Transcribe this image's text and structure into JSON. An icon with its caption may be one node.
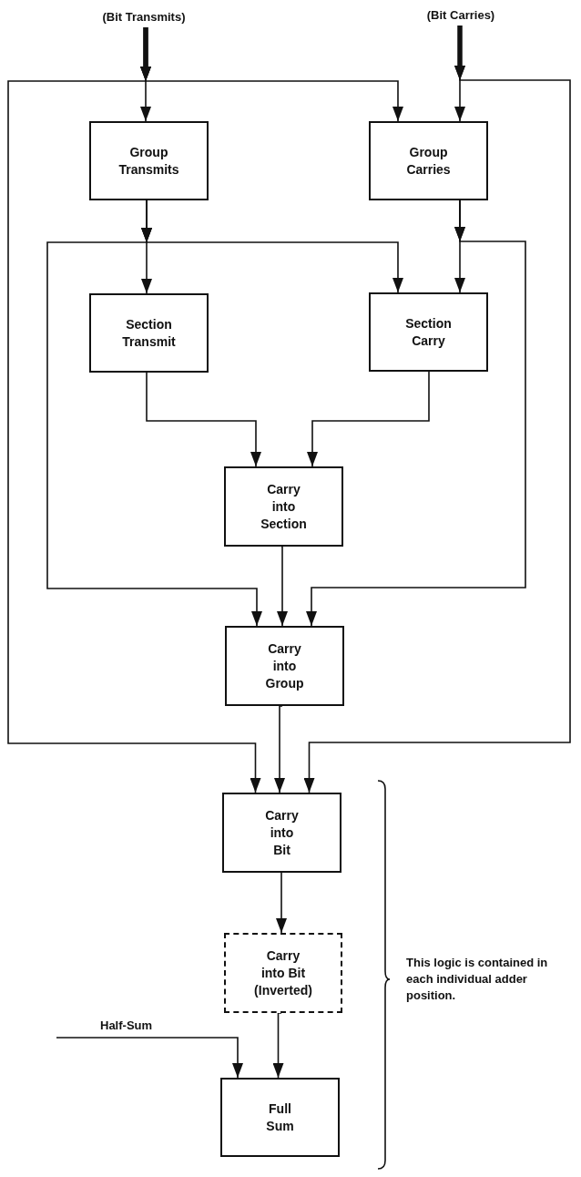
{
  "diagram": {
    "nodes": [
      {
        "text": [
          "(Bit Transmits)"
        ]
      },
      {
        "text": [
          "(Bit Carries)"
        ]
      },
      {
        "text": [
          "Group Transmits"
        ]
      },
      {
        "text": [
          "Group Carries"
        ]
      },
      {
        "text": [
          "Section Transmit"
        ]
      },
      {
        "text": [
          "Section Carry"
        ]
      },
      {
        "text": [
          "Carry into Section"
        ]
      },
      {
        "text": [
          "Carry into Group"
        ]
      },
      {
        "text": [
          "Carry into Bit"
        ]
      },
      {
        "text": [
          "Carry into Bit (Inverted)"
        ]
      },
      {
        "text": [
          "Full Sum"
        ]
      }
    ],
    "edges": [
      {
        "from": 0,
        "to": 2,
        "arrow": "to"
      },
      {
        "from": 0,
        "to": 3,
        "arrow": "to"
      },
      {
        "from": 0,
        "to": 8,
        "arrow": "to"
      },
      {
        "from": 1,
        "to": 3,
        "arrow": "to"
      },
      {
        "from": 1,
        "to": 8,
        "arrow": "to"
      },
      {
        "from": 2,
        "to": 4,
        "arrow": "to"
      },
      {
        "from": 2,
        "to": 5,
        "arrow": "to"
      },
      {
        "from": 2,
        "to": 7,
        "arrow": "to"
      },
      {
        "from": 3,
        "to": 5,
        "arrow": "to"
      },
      {
        "from": 3,
        "to": 7,
        "arrow": "to"
      },
      {
        "from": 4,
        "to": 6,
        "arrow": "to"
      },
      {
        "from": 5,
        "to": 6,
        "arrow": "to"
      },
      {
        "from": 6,
        "to": 7,
        "arrow": "to"
      },
      {
        "from": 7,
        "to": 8,
        "arrow": "to"
      },
      {
        "from": 8,
        "to": 9,
        "arrow": "to"
      },
      {
        "from": 9,
        "to": 10,
        "arrow": "to"
      },
      {
        "from": null,
        "to": 10,
        "arrow": "to",
        "label": "Half-Sum"
      }
    ],
    "labels": [
      "This logic is contained in each individual adder position."
    ]
  }
}
